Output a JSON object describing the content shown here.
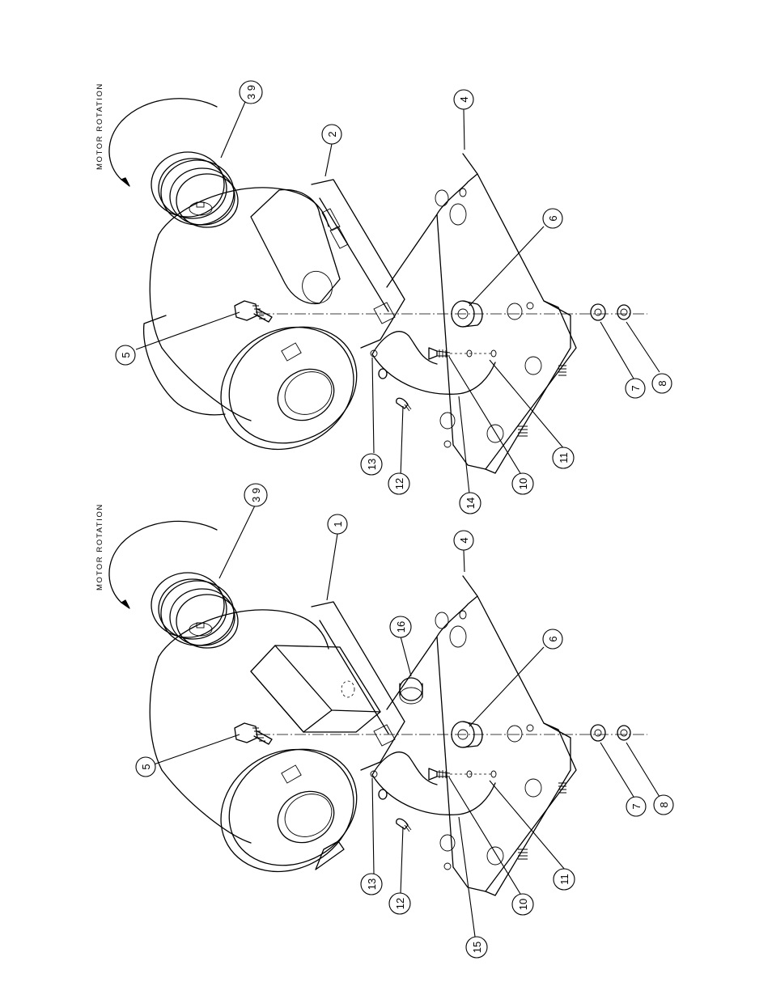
{
  "rotation_label": "MOTOR ROTATION",
  "top_view": {
    "balloons": [
      {
        "id": "t39",
        "text": "3 9"
      },
      {
        "id": "t2",
        "text": "2"
      },
      {
        "id": "t4",
        "text": "4"
      },
      {
        "id": "t6",
        "text": "6"
      },
      {
        "id": "t5",
        "text": "5"
      },
      {
        "id": "t7",
        "text": "7"
      },
      {
        "id": "t8",
        "text": "8"
      },
      {
        "id": "t13",
        "text": "13"
      },
      {
        "id": "t12",
        "text": "12"
      },
      {
        "id": "t14",
        "text": "14"
      },
      {
        "id": "t10",
        "text": "10"
      },
      {
        "id": "t11",
        "text": "11"
      }
    ]
  },
  "bottom_view": {
    "balloons": [
      {
        "id": "b39",
        "text": "3 9"
      },
      {
        "id": "b1",
        "text": "1"
      },
      {
        "id": "b4",
        "text": "4"
      },
      {
        "id": "b16",
        "text": "16"
      },
      {
        "id": "b6",
        "text": "6"
      },
      {
        "id": "b5",
        "text": "5"
      },
      {
        "id": "b7",
        "text": "7"
      },
      {
        "id": "b8",
        "text": "8"
      },
      {
        "id": "b13",
        "text": "13"
      },
      {
        "id": "b12",
        "text": "12"
      },
      {
        "id": "b15",
        "text": "15"
      },
      {
        "id": "b10",
        "text": "10"
      },
      {
        "id": "b11",
        "text": "11"
      }
    ]
  }
}
